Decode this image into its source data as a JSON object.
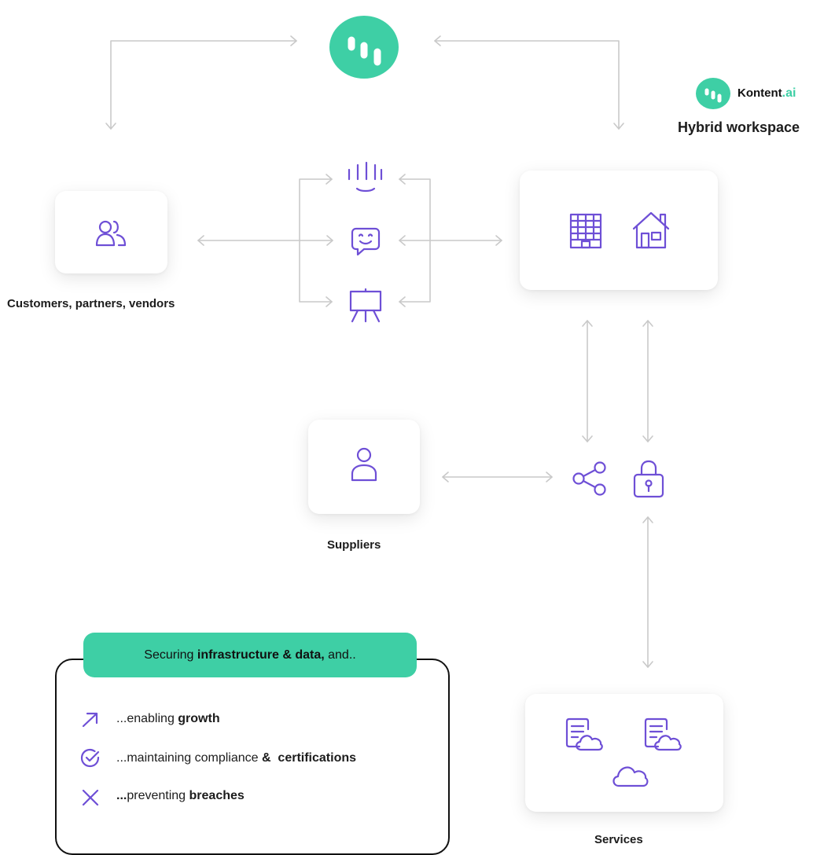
{
  "brand": {
    "name": "Kontent",
    "tld": ".ai",
    "caption": "Hybrid workspace",
    "accent_color": "#3ecfa5",
    "icon_color": "#6e4fd6"
  },
  "nodes": {
    "customers": {
      "label": "Customers, partners, vendors",
      "icon": "users-icon"
    },
    "suppliers": {
      "label": "Suppliers",
      "icon": "user-icon"
    },
    "services": {
      "label": "Services",
      "icons": [
        "document-cloud-icon",
        "document-cloud-icon",
        "cloud-icon"
      ]
    },
    "workplace": {
      "icons": [
        "office-building-icon",
        "house-icon"
      ]
    },
    "channels": {
      "icons": [
        "voice-icon",
        "chat-icon",
        "presentation-icon"
      ]
    },
    "hub": {
      "icons": [
        "share-icon",
        "padlock-icon"
      ]
    }
  },
  "legend": {
    "header_prefix": "Securing ",
    "header_bold": "infrastructure & data,",
    "header_suffix": " and..",
    "items": [
      {
        "icon": "arrow-up-right-icon",
        "prefix": "...enabling ",
        "bold": "growth",
        "suffix": ""
      },
      {
        "icon": "check-circle-icon",
        "prefix": "...maintaining compliance ",
        "bold": "&  certifications",
        "suffix": ""
      },
      {
        "icon": "x-icon",
        "prefix": "",
        "bold": "...",
        "suffix": "preventing ",
        "bold2": "breaches"
      }
    ]
  }
}
